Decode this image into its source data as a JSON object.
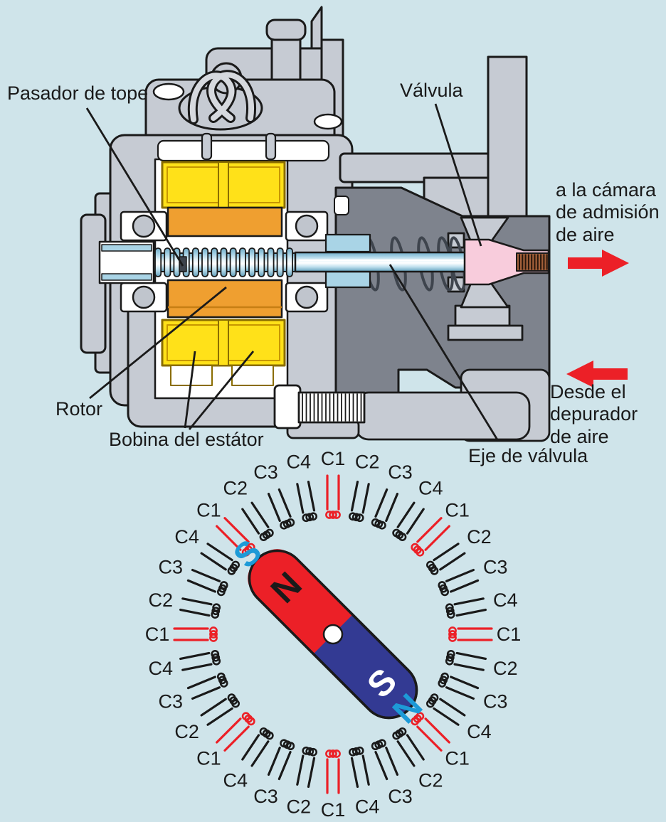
{
  "colors": {
    "background": "#CFE4EA",
    "line": "#1A1A1A",
    "body_gray": "#C6CBD3",
    "ball_gray": "#C0C5CD",
    "dark_gray": "#7E838D",
    "coil_yellow": "#FFE119",
    "coil_outline": "#8A6D00",
    "coil_inner_line": "#C79600",
    "rotor_orange": "#EF9F30",
    "rotor_divider": "#C77F14",
    "steel_blue": "#A9D4E6",
    "valve_pink": "#F8CCDC",
    "tip_brown": "#A2603A",
    "arrow_red": "#EC2027",
    "magnet_north_red": "#EC2027",
    "magnet_south_blue": "#333A93",
    "pole_letter_blue": "#1D9AD7",
    "coil": "#1A1A1A",
    "energized_coil": "#EC2027"
  },
  "labels": {
    "pasador": "Pasador de tope",
    "valvula": "Válvula",
    "rotor": "Rotor",
    "bobina": "Bobina del estátor",
    "eje": "Eje de válvula"
  },
  "airflow": {
    "to_chamber_lines": [
      "a la cámara",
      "de admisión",
      "de aire"
    ],
    "from_cleaner_lines": [
      "Desde el",
      "depurador",
      "de aire"
    ]
  },
  "stator_ring": {
    "coils": [
      "C1",
      "C2",
      "C3",
      "C4",
      "C1",
      "C2",
      "C3",
      "C4",
      "C1",
      "C2",
      "C3",
      "C4",
      "C1",
      "C2",
      "C3",
      "C4",
      "C1",
      "C2",
      "C3",
      "C4",
      "C1",
      "C2",
      "C3",
      "C4",
      "C1",
      "C2",
      "C3",
      "C4",
      "C1",
      "C2",
      "C3",
      "C4"
    ],
    "energized_label": "C1",
    "magnet": {
      "north": "N",
      "south": "S"
    },
    "poles": {
      "upper_left": "S",
      "lower_right": "N"
    }
  }
}
